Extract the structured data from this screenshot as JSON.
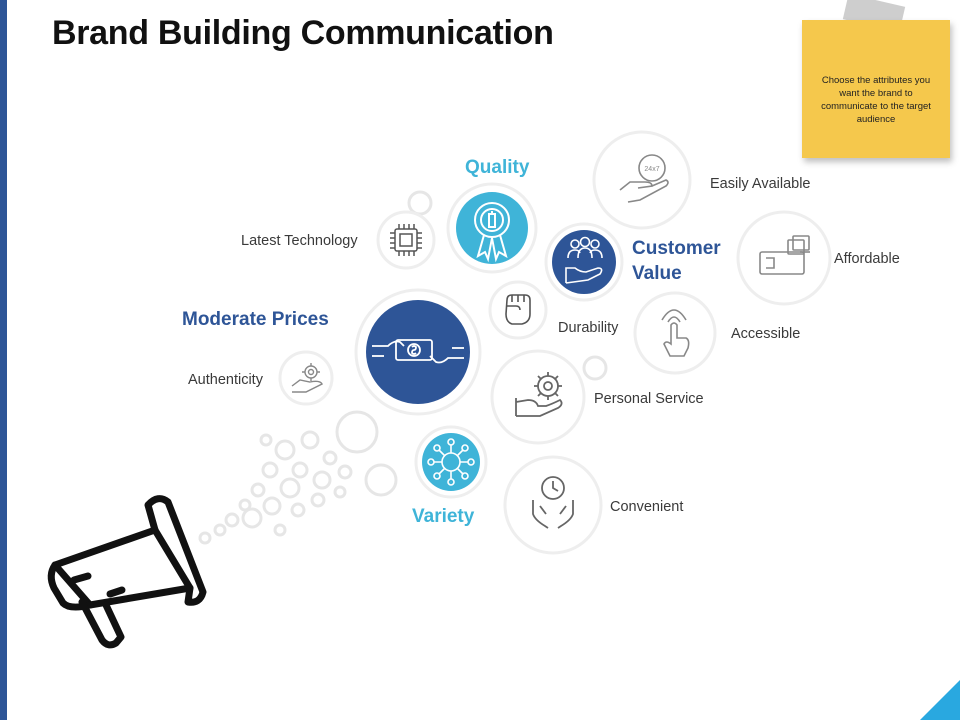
{
  "title": "Brand Building Communication",
  "note": "Choose the attributes you want the brand to communicate to the target audience",
  "colors": {
    "dark_blue": "#2e5597",
    "light_blue": "#3fb4d8",
    "sticky": "#f5c84c",
    "accent": "#29a8e0"
  },
  "key_attributes": {
    "quality": "Quality",
    "customer_value_1": "Customer",
    "customer_value_2": "Value",
    "moderate_prices": "Moderate Prices",
    "variety": "Variety"
  },
  "attributes": {
    "latest_technology": "Latest Technology",
    "authenticity": "Authenticity",
    "easily_available": "Easily Available",
    "affordable": "Affordable",
    "durability": "Durability",
    "accessible": "Accessible",
    "personal_service": "Personal Service",
    "convenient": "Convenient"
  },
  "icon_text": {
    "available_24_7": "24x7"
  },
  "icons": [
    "megaphone-icon",
    "award-ribbon-icon",
    "chip-icon",
    "group-in-hand-icon",
    "fist-icon",
    "money-handshake-icon",
    "gear-hand-icon",
    "network-icon",
    "clock-hands-icon",
    "hand-24-7-icon",
    "money-wallet-icon",
    "touch-icon"
  ]
}
